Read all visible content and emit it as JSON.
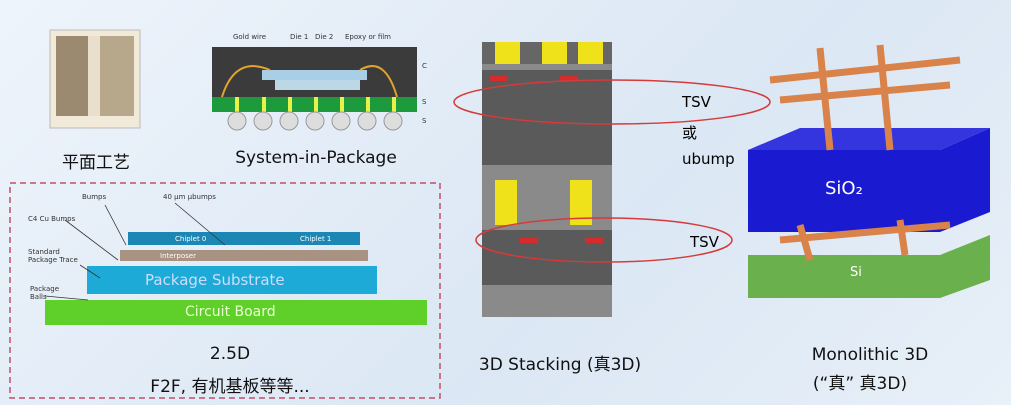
{
  "planar": {
    "caption": "平面工艺"
  },
  "sip": {
    "caption": "System-in-Package",
    "labels": [
      "Gold wire",
      "Die 1",
      "Die 2",
      "Epoxy or film",
      "C",
      "S",
      "S"
    ]
  },
  "d25": {
    "title": "2.5D",
    "subtitle": "F2F, 有机基板等等...",
    "labels": {
      "bumps": "Bumps",
      "ubumps": "40 µm µbumps",
      "c4": "C4 Cu Bumps",
      "trace": "Standard Package Trace",
      "balls": "Package Balls",
      "chiplet0": "Chiplet 0",
      "chiplet1": "Chiplet 1",
      "interposer": "Interposer",
      "substrate": "Package Substrate",
      "board": "Circuit Board"
    }
  },
  "stack3d": {
    "caption": "3D Stacking (真3D)",
    "tsv1": "TSV",
    "or": "或",
    "ubump": "ubump",
    "tsv2": "TSV"
  },
  "mono": {
    "caption1": "Monolithic 3D",
    "caption2": "(“真” 真3D)",
    "sio2": "SiO₂",
    "si": "Si"
  }
}
